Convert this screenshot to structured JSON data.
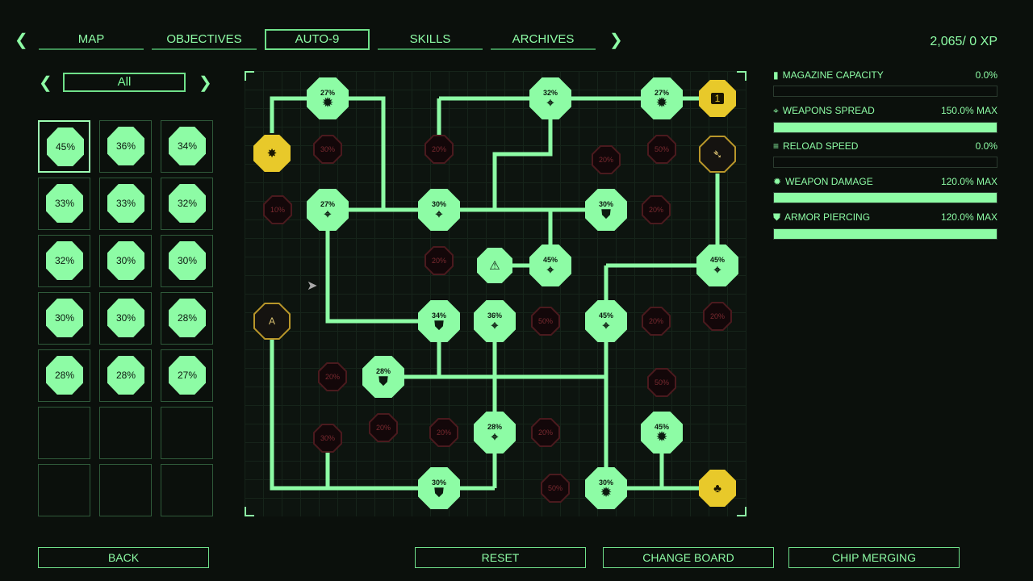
{
  "tabs": [
    {
      "label": "MAP"
    },
    {
      "label": "OBJECTIVES"
    },
    {
      "label": "AUTO-9",
      "active": true
    },
    {
      "label": "SKILLS"
    },
    {
      "label": "ARCHIVES"
    }
  ],
  "xp": "2,065/ 0 XP",
  "filter": {
    "label": "All"
  },
  "inventory": [
    "45%",
    "36%",
    "34%",
    "33%",
    "33%",
    "32%",
    "32%",
    "30%",
    "30%",
    "30%",
    "30%",
    "28%",
    "28%",
    "28%",
    "27%",
    "",
    "",
    "",
    "",
    "",
    ""
  ],
  "board": {
    "nodes": [
      {
        "type": "green",
        "label": "27%",
        "icon": "damage-icon"
      },
      {
        "type": "green",
        "label": "32%",
        "icon": "crosshair-icon"
      },
      {
        "type": "green",
        "label": "27%",
        "icon": "damage-icon"
      },
      {
        "type": "green",
        "label": "27%",
        "icon": "crosshair-icon"
      },
      {
        "type": "green",
        "label": "30%",
        "icon": "crosshair-icon"
      },
      {
        "type": "green",
        "label": "30%",
        "icon": "shield-icon"
      },
      {
        "type": "green",
        "label": "45%",
        "icon": "crosshair-icon"
      },
      {
        "type": "green",
        "label": "45%",
        "icon": "crosshair-icon"
      },
      {
        "type": "green",
        "label": "34%",
        "icon": "shield-icon"
      },
      {
        "type": "green",
        "label": "36%",
        "icon": "crosshair-icon"
      },
      {
        "type": "green",
        "label": "45%",
        "icon": "crosshair-icon"
      },
      {
        "type": "green",
        "label": "28%",
        "icon": "shield-icon"
      },
      {
        "type": "green",
        "label": "28%",
        "icon": "crosshair-icon"
      },
      {
        "type": "green",
        "label": "45%",
        "icon": "damage-icon"
      },
      {
        "type": "green",
        "label": "30%",
        "icon": "shield-icon"
      },
      {
        "type": "green",
        "label": "30%",
        "icon": "damage-icon"
      },
      {
        "type": "red",
        "label": "30%"
      },
      {
        "type": "red",
        "label": "20%"
      },
      {
        "type": "red",
        "label": "50%"
      },
      {
        "type": "red",
        "label": "20%"
      },
      {
        "type": "red",
        "label": "10%"
      },
      {
        "type": "red",
        "label": "20%"
      },
      {
        "type": "red",
        "label": "20%"
      },
      {
        "type": "red",
        "label": "50%"
      },
      {
        "type": "red",
        "label": "20%"
      },
      {
        "type": "red",
        "label": "20%"
      },
      {
        "type": "red",
        "label": "20%"
      },
      {
        "type": "red",
        "label": "20%"
      },
      {
        "type": "red",
        "label": "50%"
      },
      {
        "type": "red",
        "label": "30%"
      },
      {
        "type": "red",
        "label": "20%"
      },
      {
        "type": "red",
        "label": "20%"
      },
      {
        "type": "red",
        "label": "50%"
      },
      {
        "type": "yellow",
        "label": "",
        "icon": "explosion-icon"
      },
      {
        "type": "yellow",
        "label": "1",
        "icon": "magazine-icon"
      },
      {
        "type": "yellow",
        "label": "",
        "icon": "tree-icon"
      },
      {
        "type": "dark",
        "label": "",
        "icon": "weapon-icon"
      },
      {
        "type": "dark",
        "label": "A",
        "icon": "auto-icon"
      },
      {
        "type": "outline",
        "label": "",
        "icon": "warning-triangle-icon"
      }
    ]
  },
  "stats": [
    {
      "label": "MAGAZINE CAPACITY",
      "value": "0.0%",
      "fill": 0,
      "icon": "magazine-icon"
    },
    {
      "label": "WEAPONS SPREAD",
      "value": "150.0% MAX",
      "fill": 1,
      "icon": "crosshair-icon"
    },
    {
      "label": "RELOAD SPEED",
      "value": "0.0%",
      "fill": 0,
      "icon": "reload-icon"
    },
    {
      "label": "WEAPON DAMAGE",
      "value": "120.0% MAX",
      "fill": 1,
      "icon": "damage-icon"
    },
    {
      "label": "ARMOR PIERCING",
      "value": "120.0% MAX",
      "fill": 1,
      "icon": "shield-icon"
    }
  ],
  "buttons": {
    "back": "BACK",
    "reset": "RESET",
    "change_board": "CHANGE BOARD",
    "chip_merging": "CHIP MERGING"
  }
}
